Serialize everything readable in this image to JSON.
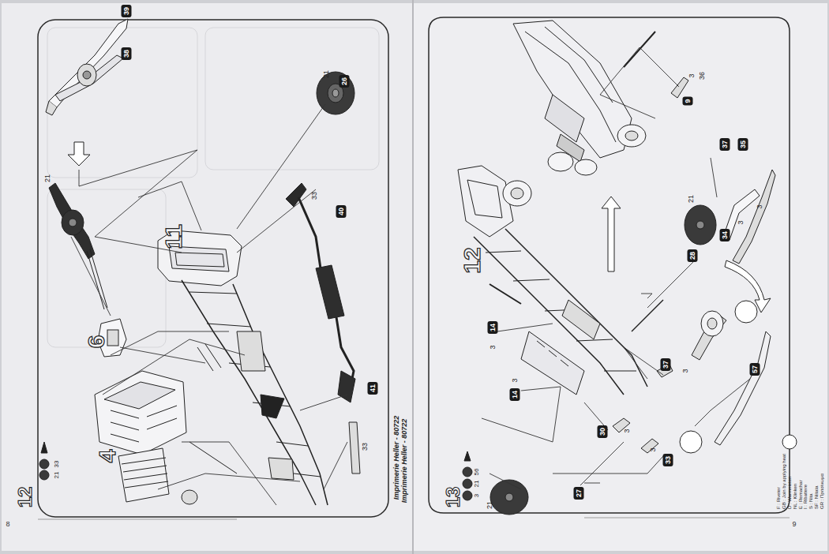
{
  "diagram": {
    "labels": [
      "39",
      "38",
      "21",
      "26",
      "21",
      "11",
      "33",
      "40",
      "6",
      "41",
      "33",
      "4",
      "12",
      "21",
      "33",
      "Imprimerie Heller - 80722",
      "8",
      "Imprimerie Heller - 80722",
      "13",
      "3",
      "21",
      "56",
      "12",
      "3",
      "36",
      "9",
      "37",
      "35",
      "3",
      "3",
      "34",
      "21",
      "28",
      "14",
      "3",
      "3",
      "14",
      "37",
      "3",
      "57",
      "30",
      "3",
      "3",
      "33",
      "27",
      "21",
      "9"
    ],
    "legend": [
      {
        "text": "F : Riveter"
      },
      {
        "text": "GB : Join by applying heat"
      },
      {
        "text": "D : Warmnieten"
      },
      {
        "text": "NL : Klinken"
      },
      {
        "text": "E : Remachar"
      },
      {
        "text": "I : Ribattere"
      },
      {
        "text": "S : Nita"
      },
      {
        "text": "SF : Niitata"
      },
      {
        "text": "GR : Πριτσίνωμα"
      }
    ]
  }
}
